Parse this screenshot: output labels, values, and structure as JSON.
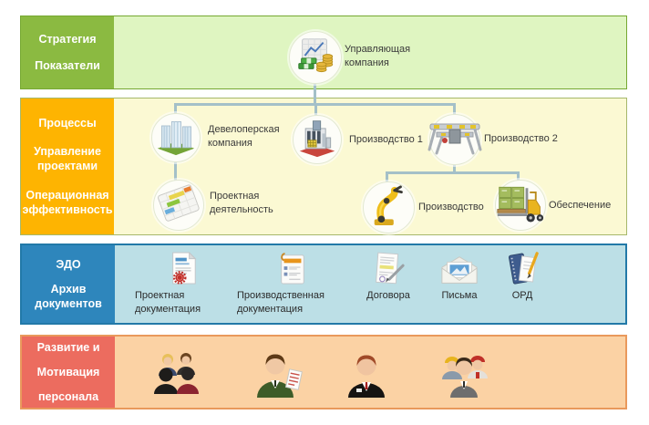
{
  "palette": {
    "strategy_label_bg": "#8BBA41",
    "strategy_content_bg": "#DFF5C1",
    "strategy_border": "#76A832",
    "processes_label_bg": "#FEB401",
    "processes_content_bg": "#FBF9D3",
    "processes_border": "#A6B86B",
    "edo_label_bg": "#2E86BC",
    "edo_content_bg": "#BCDFE6",
    "edo_border": "#2279A8",
    "hr_label_bg": "#EC6C5F",
    "hr_content_bg": "#FBD2A4",
    "hr_border": "#E9995C",
    "connector_color": "#A4C0C8",
    "band_label_text": "#FFFFFF",
    "node_label_text": "#3A3A3A"
  },
  "bands": [
    {
      "name": "strategy",
      "label_groups": [
        "Стратегия",
        "Показатели"
      ]
    },
    {
      "name": "processes",
      "label_groups": [
        "Процессы",
        "Управление\nпроектами",
        "Операционная\nэффективность"
      ]
    },
    {
      "name": "edo",
      "label_groups": [
        "ЭДО",
        "Архив\nдокументов"
      ]
    },
    {
      "name": "hr",
      "label_groups": [
        "Развитие и",
        "Мотивация",
        "персонала"
      ]
    }
  ],
  "tree": {
    "nodes": [
      {
        "id": "mgmt",
        "label": "Управляющая\nкомпания",
        "icon": "management-company-icon"
      },
      {
        "id": "developer",
        "label": "Девелоперская\nкомпания",
        "icon": "office-buildings-icon"
      },
      {
        "id": "prod1",
        "label": "Производство 1",
        "icon": "factory-icon"
      },
      {
        "id": "prod2",
        "label": "Производство 2",
        "icon": "machine-icon"
      },
      {
        "id": "design",
        "label": "Проектная\nдеятельность",
        "icon": "gantt-chart-icon"
      },
      {
        "id": "production",
        "label": "Производство",
        "icon": "robot-arm-icon"
      },
      {
        "id": "supply",
        "label": "Обеспечение",
        "icon": "forklift-icon"
      }
    ]
  },
  "documents": {
    "items": [
      {
        "label": "Проектная\nдокументация",
        "icon": "document-seal-icon"
      },
      {
        "label": "Производственная\nдокументация",
        "icon": "document-clip-icon"
      },
      {
        "label": "Договора",
        "icon": "document-pen-icon"
      },
      {
        "label": "Письма",
        "icon": "envelope-icon"
      },
      {
        "label": "ОРД",
        "icon": "notepad-pencil-icon"
      }
    ]
  },
  "hr_icons": [
    "people-meeting-icon",
    "man-with-document-icon",
    "businessman-icon",
    "workers-group-icon"
  ]
}
